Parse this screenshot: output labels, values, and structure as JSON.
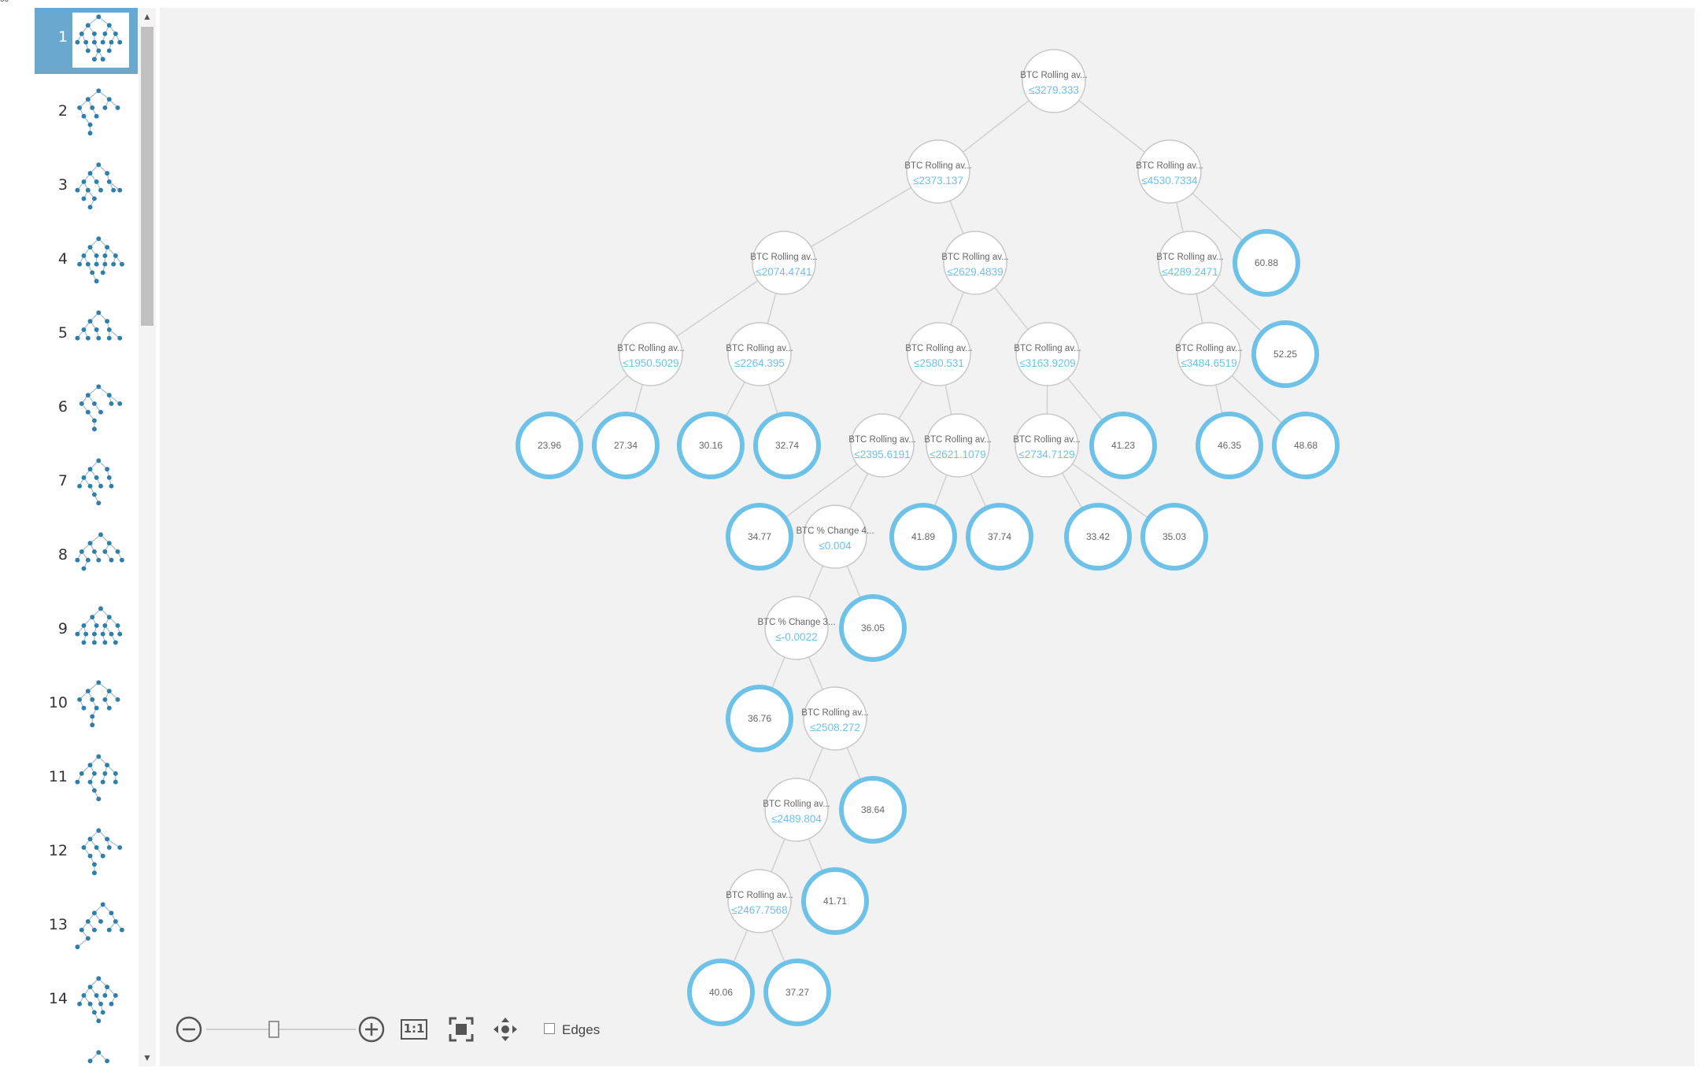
{
  "corner_text": "00",
  "colors": {
    "accent": "#6ec2e8",
    "selected_thumb": "#6aa9cf",
    "canvas_bg": "#f2f2f2",
    "edge": "#cfcfcf"
  },
  "thumbnails": [
    {
      "label": "1",
      "selected": true
    },
    {
      "label": "2",
      "selected": false
    },
    {
      "label": "3",
      "selected": false
    },
    {
      "label": "4",
      "selected": false
    },
    {
      "label": "5",
      "selected": false
    },
    {
      "label": "6",
      "selected": false
    },
    {
      "label": "7",
      "selected": false
    },
    {
      "label": "8",
      "selected": false
    },
    {
      "label": "9",
      "selected": false
    },
    {
      "label": "10",
      "selected": false
    },
    {
      "label": "11",
      "selected": false
    },
    {
      "label": "12",
      "selected": false
    },
    {
      "label": "13",
      "selected": false
    },
    {
      "label": "14",
      "selected": false
    },
    {
      "label": "",
      "selected": false
    }
  ],
  "tree": {
    "split_nodes": [
      {
        "id": "n0",
        "feature": "BTC Rolling av...",
        "threshold": "≤3279.333"
      },
      {
        "id": "n1",
        "feature": "BTC Rolling av...",
        "threshold": "≤2373.137"
      },
      {
        "id": "n2",
        "feature": "BTC Rolling av...",
        "threshold": "≤4530.7334"
      },
      {
        "id": "n3",
        "feature": "BTC Rolling av...",
        "threshold": "≤2074.4741"
      },
      {
        "id": "n4",
        "feature": "BTC Rolling av...",
        "threshold": "≤2629.4839"
      },
      {
        "id": "n5",
        "feature": "BTC Rolling av...",
        "threshold": "≤4289.2471"
      },
      {
        "id": "n6",
        "feature": "BTC Rolling av...",
        "threshold": "≤1950.5029"
      },
      {
        "id": "n7",
        "feature": "BTC Rolling av...",
        "threshold": "≤2264.395"
      },
      {
        "id": "n8",
        "feature": "BTC Rolling av...",
        "threshold": "≤2580.531"
      },
      {
        "id": "n9",
        "feature": "BTC Rolling av...",
        "threshold": "≤3163.9209"
      },
      {
        "id": "n10",
        "feature": "BTC Rolling av...",
        "threshold": "≤3484.6519"
      },
      {
        "id": "n11",
        "feature": "BTC Rolling av...",
        "threshold": "≤2395.6191"
      },
      {
        "id": "n12",
        "feature": "BTC Rolling av...",
        "threshold": "≤2621.1079"
      },
      {
        "id": "n13",
        "feature": "BTC Rolling av...",
        "threshold": "≤2734.7129"
      },
      {
        "id": "n14",
        "feature": "BTC % Change 4...",
        "threshold": "≤0.004"
      },
      {
        "id": "n15",
        "feature": "BTC % Change 3...",
        "threshold": "≤-0.0022"
      },
      {
        "id": "n16",
        "feature": "BTC Rolling av...",
        "threshold": "≤2508.272"
      },
      {
        "id": "n17",
        "feature": "BTC Rolling av...",
        "threshold": "≤2489.804"
      },
      {
        "id": "n18",
        "feature": "BTC Rolling av...",
        "threshold": "≤2467.7568"
      }
    ],
    "leaf_nodes": [
      {
        "id": "l0",
        "value": "60.88"
      },
      {
        "id": "l1",
        "value": "52.25"
      },
      {
        "id": "l2",
        "value": "23.96"
      },
      {
        "id": "l3",
        "value": "27.34"
      },
      {
        "id": "l4",
        "value": "30.16"
      },
      {
        "id": "l5",
        "value": "32.74"
      },
      {
        "id": "l6",
        "value": "41.23"
      },
      {
        "id": "l7",
        "value": "46.35"
      },
      {
        "id": "l8",
        "value": "48.68"
      },
      {
        "id": "l9",
        "value": "34.77"
      },
      {
        "id": "l10",
        "value": "41.89"
      },
      {
        "id": "l11",
        "value": "37.74"
      },
      {
        "id": "l12",
        "value": "33.42"
      },
      {
        "id": "l13",
        "value": "35.03"
      },
      {
        "id": "l14",
        "value": "36.05"
      },
      {
        "id": "l15",
        "value": "36.76"
      },
      {
        "id": "l16",
        "value": "38.64"
      },
      {
        "id": "l17",
        "value": "41.71"
      },
      {
        "id": "l18",
        "value": "40.06"
      },
      {
        "id": "l19",
        "value": "37.27"
      }
    ],
    "edges": [
      [
        "n0",
        "n1"
      ],
      [
        "n0",
        "n2"
      ],
      [
        "n1",
        "n3"
      ],
      [
        "n1",
        "n4"
      ],
      [
        "n2",
        "n5"
      ],
      [
        "n2",
        "l0"
      ],
      [
        "n3",
        "n6"
      ],
      [
        "n3",
        "n7"
      ],
      [
        "n4",
        "n8"
      ],
      [
        "n4",
        "n9"
      ],
      [
        "n5",
        "n10"
      ],
      [
        "n5",
        "l1"
      ],
      [
        "n6",
        "l2"
      ],
      [
        "n6",
        "l3"
      ],
      [
        "n7",
        "l4"
      ],
      [
        "n7",
        "l5"
      ],
      [
        "n8",
        "n11"
      ],
      [
        "n8",
        "n12"
      ],
      [
        "n9",
        "n13"
      ],
      [
        "n9",
        "l6"
      ],
      [
        "n10",
        "l7"
      ],
      [
        "n10",
        "l8"
      ],
      [
        "n11",
        "l9"
      ],
      [
        "n11",
        "n14"
      ],
      [
        "n12",
        "l10"
      ],
      [
        "n12",
        "l11"
      ],
      [
        "n13",
        "l12"
      ],
      [
        "n13",
        "l13"
      ],
      [
        "n14",
        "n15"
      ],
      [
        "n14",
        "l14"
      ],
      [
        "n15",
        "l15"
      ],
      [
        "n15",
        "n16"
      ],
      [
        "n16",
        "n17"
      ],
      [
        "n16",
        "l16"
      ],
      [
        "n17",
        "n18"
      ],
      [
        "n17",
        "l17"
      ],
      [
        "n18",
        "l18"
      ],
      [
        "n18",
        "l19"
      ]
    ]
  },
  "toolbar": {
    "zoom_out_icon": "minus-circle-icon",
    "zoom_in_icon": "plus-circle-icon",
    "zoom_level": 0.45,
    "actual_size_label": "1:1",
    "fit_icon": "fit-to-screen-icon",
    "pan_icon": "pan-arrows-icon",
    "edges_label": "Edges",
    "edges_checked": false
  }
}
